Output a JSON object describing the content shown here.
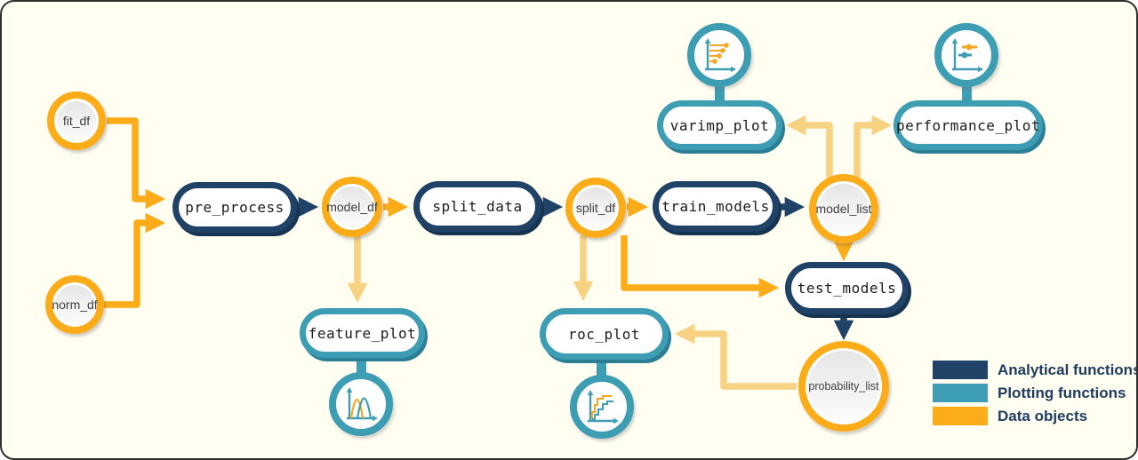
{
  "canvas": {
    "background_color": "#FFFEF1",
    "border_color": "#2E2E2E"
  },
  "colors": {
    "analytical": "#1F4266",
    "analytical_shadow": "#16334F",
    "plotting": "#3D9DB3",
    "plotting_shadow": "#2C7E95",
    "data": "#FBAC18",
    "data_light_edge": "#F8D283"
  },
  "nodes": {
    "fit_df": {
      "label": "fit_df",
      "type": "data-object"
    },
    "norm_df": {
      "label": "norm_df",
      "type": "data-object"
    },
    "pre_process": {
      "label": "pre_process",
      "type": "analytical-function"
    },
    "model_df": {
      "label": "model_df",
      "type": "data-object"
    },
    "split_data": {
      "label": "split_data",
      "type": "analytical-function"
    },
    "split_df": {
      "label": "split_df",
      "type": "data-object"
    },
    "train_models": {
      "label": "train_models",
      "type": "analytical-function"
    },
    "model_list": {
      "label": "model_list",
      "type": "data-object"
    },
    "test_models": {
      "label": "test_models",
      "type": "analytical-function"
    },
    "probability_list": {
      "label": "probability_list",
      "type": "data-object"
    },
    "feature_plot": {
      "label": "feature_plot",
      "type": "plotting-function"
    },
    "roc_plot": {
      "label": "roc_plot",
      "type": "plotting-function"
    },
    "varimp_plot": {
      "label": "varimp_plot",
      "type": "plotting-function"
    },
    "performance_plot": {
      "label": "performance_plot",
      "type": "plotting-function"
    }
  },
  "icons": {
    "varimp": "lollipop-chart-icon",
    "performance": "boxplot-chart-icon",
    "feature": "density-chart-icon",
    "roc": "roc-curve-icon"
  },
  "legend": {
    "items": [
      {
        "label": "Analytical functions",
        "color": "#1F4266"
      },
      {
        "label": "Plotting functions",
        "color": "#3D9DB3"
      },
      {
        "label": "Data objects",
        "color": "#FBAC18"
      }
    ]
  }
}
